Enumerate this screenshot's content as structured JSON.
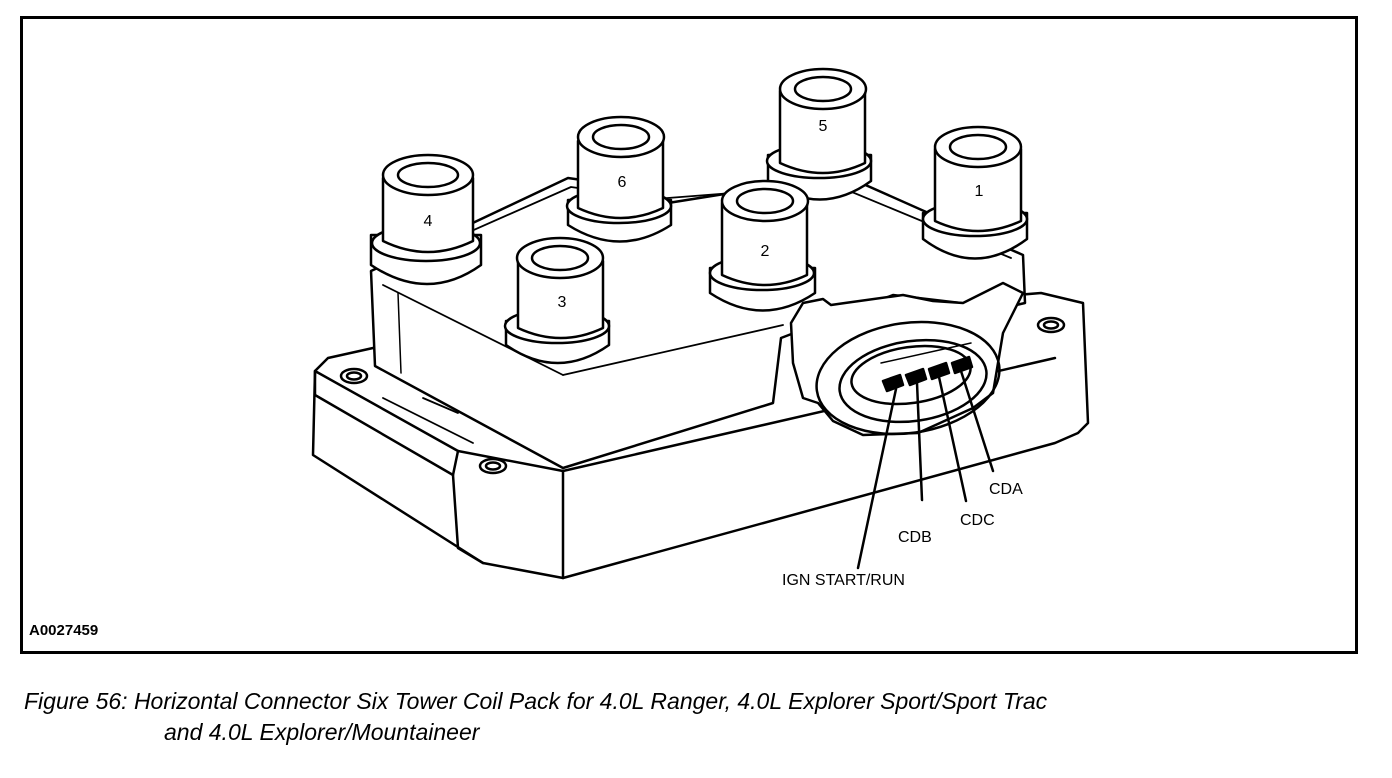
{
  "figure": {
    "id_code": "A0027459",
    "caption_line1": "Figure 56: Horizontal Connector Six Tower Coil Pack for 4.0L Ranger, 4.0L Explorer Sport/Sport Trac",
    "caption_line2": "and  4.0L  Explorer/Mountaineer"
  },
  "towers": {
    "t4": "4",
    "t6": "6",
    "t5": "5",
    "t1": "1",
    "t3": "3",
    "t2": "2"
  },
  "connector_pins": {
    "cda": "CDA",
    "cdc": "CDC",
    "cdb": "CDB",
    "ign": "IGN START/RUN"
  }
}
